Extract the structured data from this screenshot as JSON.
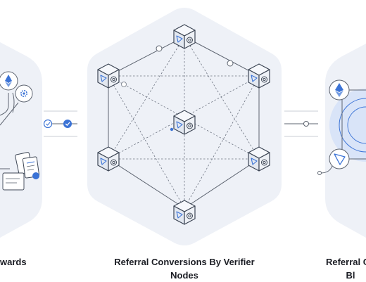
{
  "captions": {
    "left": {
      "line1": "wards"
    },
    "middle": {
      "line1": "Referral Conversions By Verifier",
      "line2": "Nodes"
    },
    "right": {
      "line1": "Referral Co",
      "line2": "Bl"
    }
  },
  "colors": {
    "panel_fill": "#eef1f7",
    "node_face": "#e7ebf2",
    "node_stroke": "#3d4655",
    "accent": "#3b73d6",
    "line": "#5d6470",
    "text": "#1b1d24"
  },
  "icons": {
    "node_face_top": "paper-plane-icon",
    "node_face_side": "shield-icon",
    "left_top": "ethereum-icon",
    "left_mid": "gear-icon",
    "left_bottom": "documents-icon",
    "right_top": "ethereum-icon",
    "right_bottom": "tron-icon",
    "connectors": "check-circle-icon"
  }
}
